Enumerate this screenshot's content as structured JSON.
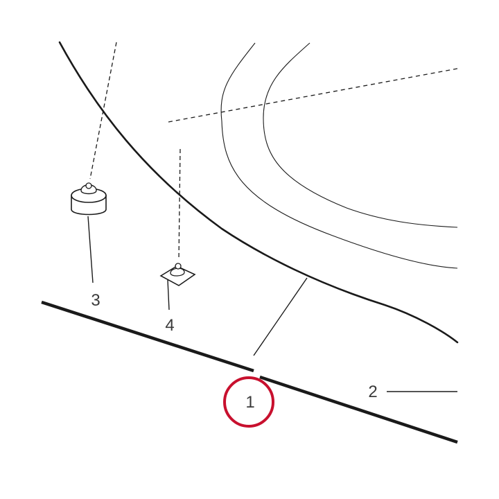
{
  "callouts": [
    {
      "id": "1",
      "label": "1",
      "highlighted": true
    },
    {
      "id": "2",
      "label": "2",
      "highlighted": false
    },
    {
      "id": "3",
      "label": "3",
      "highlighted": false
    },
    {
      "id": "4",
      "label": "4",
      "highlighted": false
    }
  ],
  "colors": {
    "line": "#1a1a1a",
    "highlight_circle": "#c8102e",
    "label_text": "#3a3a3a"
  }
}
